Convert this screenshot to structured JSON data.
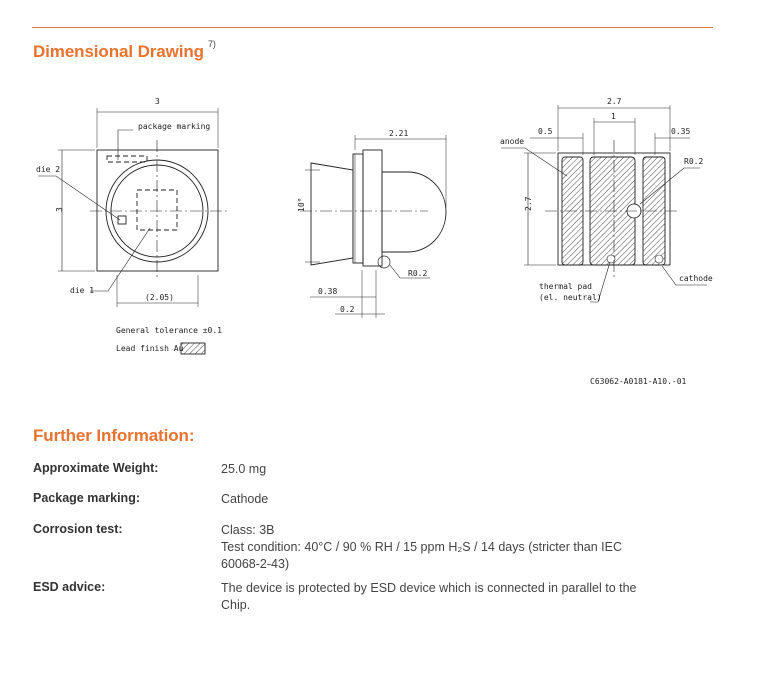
{
  "drawing_section": {
    "title": "Dimensional Drawing",
    "footnote": "7)"
  },
  "drawing": {
    "left_view": {
      "dim_width": "3",
      "dim_height": "3",
      "package_marking": "package marking",
      "die2": "die 2",
      "die1": "die 1",
      "dim_inner": "(2.05)",
      "tolerance": "General tolerance ±0.1",
      "lead_finish": "Lead finish Au"
    },
    "side_view": {
      "dim_length": "2.21",
      "angle": "10°",
      "radius": "R0.2",
      "dim_a": "0.38",
      "dim_b": "0.2"
    },
    "bottom_view": {
      "dim_width": "2.7",
      "dim_one": "1",
      "dim_left": "0.5",
      "dim_right": "0.35",
      "dim_height": "2.7",
      "radius": "R0.2",
      "anode": "anode",
      "cathode": "cathode",
      "thermal_pad_line1": "thermal pad",
      "thermal_pad_line2": "(el. neutral)"
    },
    "drawing_number": "C63062-A0181-A10.-01"
  },
  "info_section": {
    "title": "Further Information:",
    "rows": [
      {
        "label": "Approximate Weight:",
        "lines": [
          "25.0 mg"
        ]
      },
      {
        "label": "Package marking:",
        "lines": [
          "Cathode"
        ]
      },
      {
        "label": "Corrosion test:",
        "lines": [
          "Class: 3B",
          "Test condition: 40°C / 90 % RH / 15 ppm H₂S / 14 days (stricter than IEC",
          "60068-2-43)"
        ]
      },
      {
        "label": "ESD advice:",
        "lines": [
          "The device is protected by ESD device which is connected in parallel to the",
          "Chip."
        ]
      }
    ]
  },
  "colors": {
    "accent": "#e8722e",
    "rule": "#e87a3c",
    "text": "#3a3a3a"
  }
}
